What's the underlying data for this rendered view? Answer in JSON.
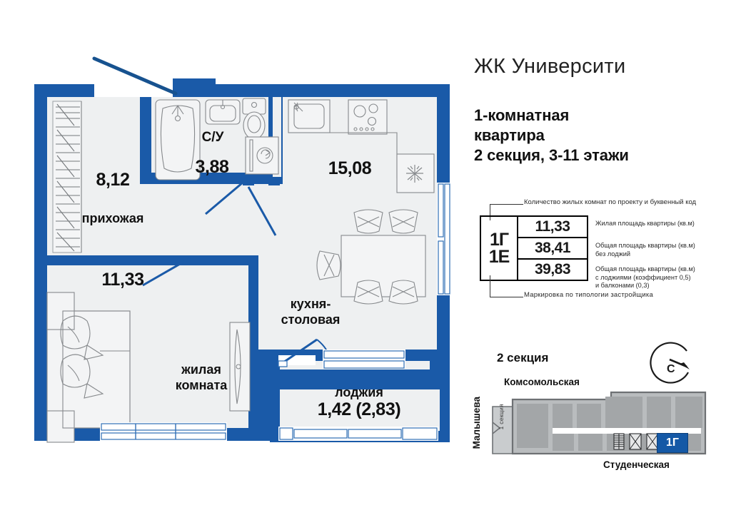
{
  "header": {
    "complex_name": "ЖК Университи",
    "apartment_type_line1": "1-комнатная",
    "apartment_type_line2": "квартира",
    "apartment_type_line3": "2 секция, 3-11 этажи"
  },
  "legend": {
    "note_top": "Количество жилых комнат по проекту и буквенный код",
    "note_bottom": "Маркировка  по  типологии  застройщика",
    "code_top": "1Г",
    "code_bottom": "1Е",
    "values": [
      "11,33",
      "38,41",
      "39,83"
    ],
    "descriptions": [
      {
        "line1": "Жилая площадь квартиры (кв.м)",
        "line2": "",
        "line3": ""
      },
      {
        "line1": "Общая площадь квартиры (кв.м)",
        "line2": "без лоджий",
        "line3": ""
      },
      {
        "line1": "Общая площадь квартиры (кв.м)",
        "line2": "с лоджиями (коэффициент 0,5)",
        "line3": "и балконами (0,3)"
      }
    ]
  },
  "section_map": {
    "title": "2 секция",
    "street_top": "Комсомольская",
    "street_bottom": "Студенческая",
    "street_left": "Малышева",
    "section1_label": "1 секция",
    "highlighted_flat": "1Г",
    "compass_letter": "С"
  },
  "floorplan": {
    "rooms": [
      {
        "id": "hallway",
        "area": "8,12",
        "name": "прихожая"
      },
      {
        "id": "bathroom",
        "area": "3,88",
        "name": "С/У"
      },
      {
        "id": "kitchen",
        "area": "15,08",
        "name_line1": "кухня-",
        "name_line2": "столовая"
      },
      {
        "id": "living",
        "area": "11,33",
        "name_line1": "жилая",
        "name_line2": "комната"
      },
      {
        "id": "loggia",
        "area": "1,42 (2,83)",
        "name": "лоджия"
      }
    ]
  },
  "colors": {
    "wall_blue": "#1a5aa8",
    "room_fill": "#eef0f1",
    "accent_badge": "#1559a6",
    "furniture_line": "#7d8285",
    "map_gray": "#9a9d9f"
  }
}
